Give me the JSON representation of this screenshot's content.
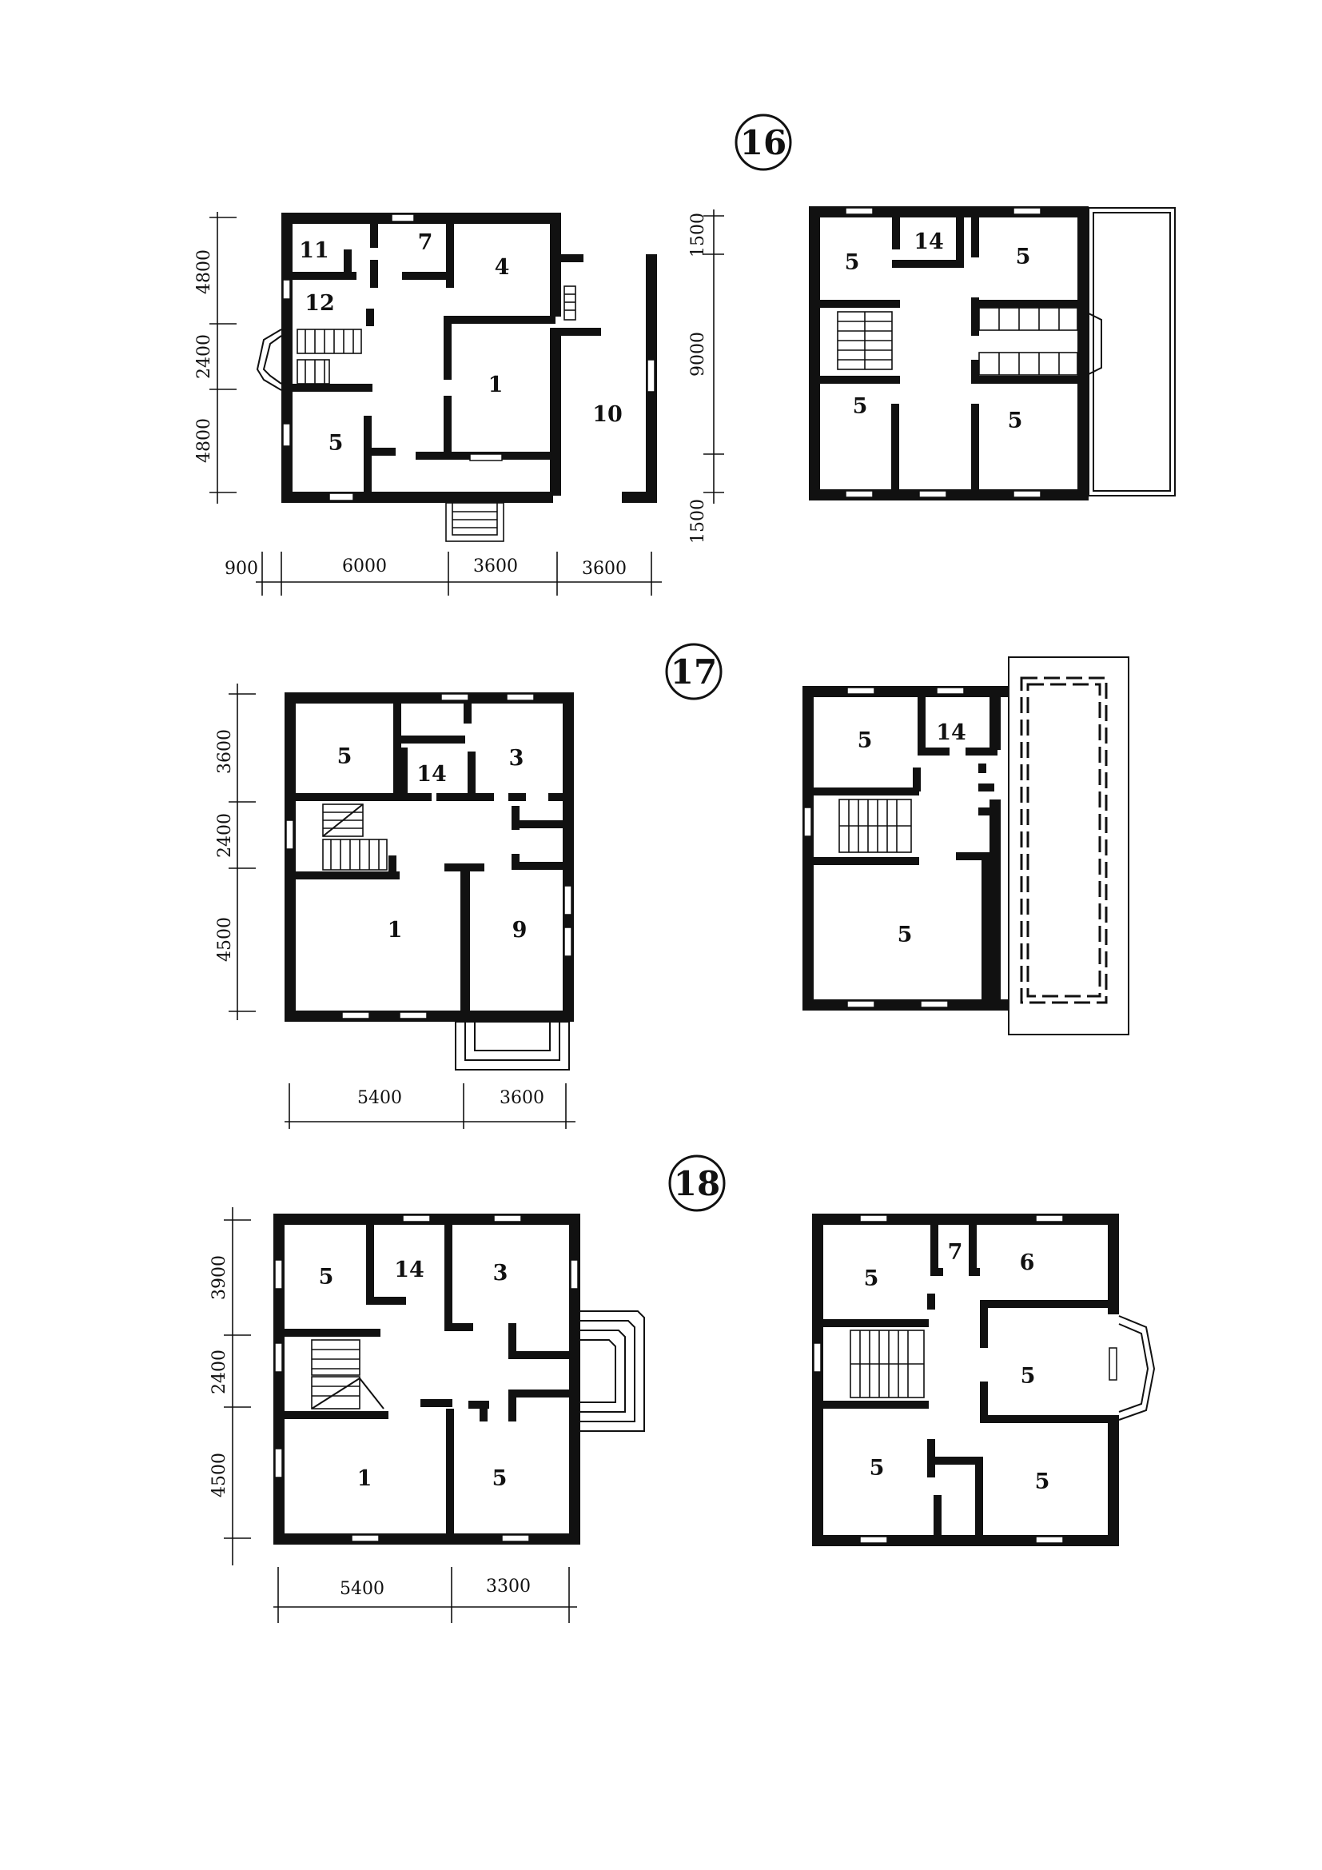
{
  "variants": [
    {
      "number": "16",
      "ground_rooms": [
        "11",
        "7",
        "4",
        "12",
        "1",
        "10",
        "5"
      ],
      "upper_rooms": [
        "5",
        "14",
        "5",
        "5",
        "5"
      ],
      "dims_vertical_left": [
        "4800",
        "2400",
        "4800"
      ],
      "dims_vertical_right": [
        "1500",
        "9000",
        "1500"
      ],
      "dims_horizontal": [
        "900",
        "6000",
        "3600",
        "3600"
      ]
    },
    {
      "number": "17",
      "ground_rooms": [
        "5",
        "14",
        "3",
        "1",
        "9"
      ],
      "upper_rooms": [
        "5",
        "14",
        "5"
      ],
      "dims_vertical_left": [
        "3600",
        "2400",
        "4500"
      ],
      "dims_horizontal": [
        "5400",
        "3600"
      ]
    },
    {
      "number": "18",
      "ground_rooms": [
        "5",
        "14",
        "3",
        "1",
        "5"
      ],
      "upper_rooms": [
        "5",
        "7",
        "6",
        "5",
        "5",
        "5"
      ],
      "dims_vertical_left": [
        "3900",
        "2400",
        "4500"
      ],
      "dims_horizontal": [
        "5400",
        "3300"
      ]
    }
  ]
}
